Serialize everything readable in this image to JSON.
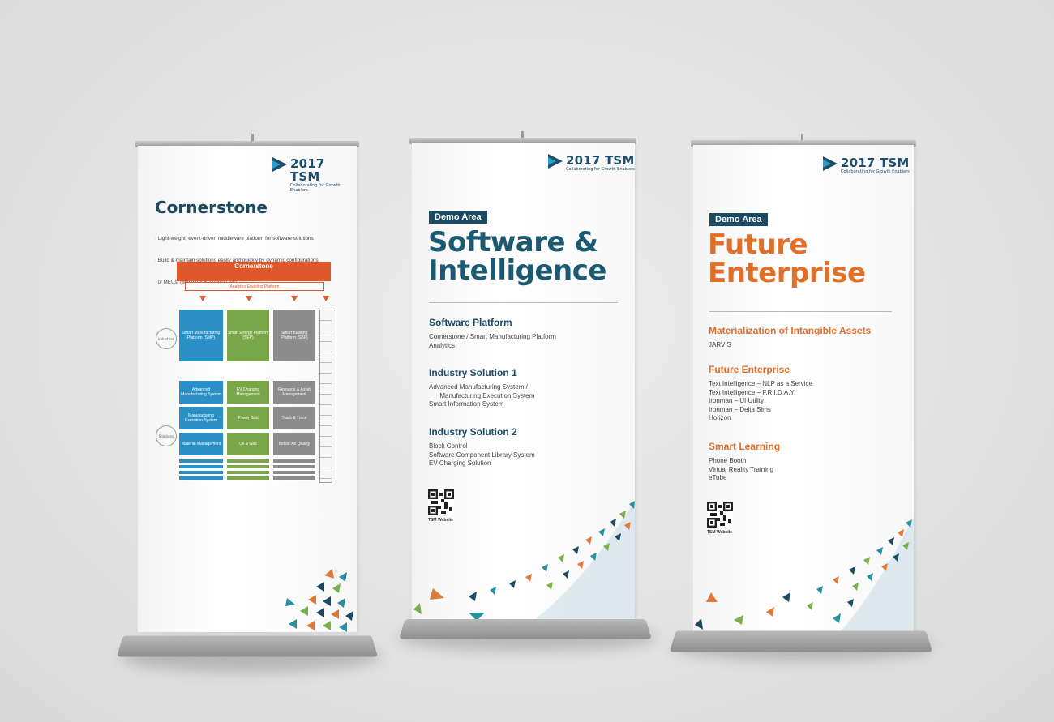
{
  "banner_left": {
    "logo": {
      "title": "2017 TSM",
      "subtitle": "Collaborating for Growth Enablers"
    },
    "heading": "Cornerstone",
    "bullets": [
      "· Light-weight, event-driven middleware platform for software solutions",
      "· Build & maintain solutions easily and quickly by dynamic configurations",
      "  of MEUs  (Minimum Essential Unit)"
    ],
    "diagram": {
      "top_label": "Cornerstone",
      "sub_label": "Analytics Enabling Platform",
      "side_labels": [
        "Industries",
        "Solutions"
      ],
      "platforms": [
        "Smart Manufacturing Platform (SMP)",
        "Smart Energy Platform (SEP)",
        "Smart Building Platform (SBP)"
      ],
      "solutions_col1": [
        "Advanced Manufacturing System",
        "Manufacturing Execution System",
        "Material Management"
      ],
      "solutions_col2": [
        "EV Charging Management",
        "Power Grid",
        "Oil & Gas"
      ],
      "solutions_col3": [
        "Resource & Asset Management",
        "Track & Trace",
        "Indoor Air Quality"
      ],
      "colors": {
        "blue": "#2a8fc4",
        "green": "#7aa64a",
        "gray": "#8c8c8c",
        "orange": "#e0572a"
      }
    }
  },
  "banner_middle": {
    "logo": {
      "title": "2017 TSM",
      "subtitle": "Collaborating for Growth Enablers"
    },
    "badge": "Demo Area",
    "title_line1": "Software &",
    "title_line2": "Intelligence",
    "title_color": "#1c5a72",
    "sections": [
      {
        "heading": "Software Platform",
        "lines": [
          "Cornerstone / Smart Manufacturing Platform",
          "Analytics"
        ]
      },
      {
        "heading": "Industry Solution 1",
        "lines": [
          "Advanced Manufacturing System /",
          "      Manufacturing Execution System",
          "Smart Information System"
        ]
      },
      {
        "heading": "Industry Solution 2",
        "lines": [
          "Block Control",
          "Software Component Library System",
          "EV Charging Solution"
        ]
      }
    ],
    "qr_label": "TSM Website"
  },
  "banner_right": {
    "logo": {
      "title": "2017 TSM",
      "subtitle": "Collaborating for Growth Enablers"
    },
    "badge": "Demo Area",
    "title_line1": "Future",
    "title_line2": "Enterprise",
    "title_color": "#e06f28",
    "sections": [
      {
        "heading": "Materialization of Intangible Assets",
        "lines": [
          "JARVIS"
        ]
      },
      {
        "heading": "Future Enterprise",
        "lines": [
          "Text Intelligence – NLP as a Service",
          "Text Intelligence – F.R.I.D.A.Y.",
          "Ironman – UI Utility",
          "Ironman – Delta Sims",
          "Horizon"
        ]
      },
      {
        "heading": "Smart Learning",
        "lines": [
          "Phone Booth",
          "Virtual Reality Training",
          "eTube"
        ]
      }
    ],
    "qr_label": "TSM Website"
  },
  "accent_colors": {
    "navy": "#1c4a62",
    "teal": "#2a8fa0",
    "orange": "#e07a3a",
    "green": "#7ab04a"
  }
}
